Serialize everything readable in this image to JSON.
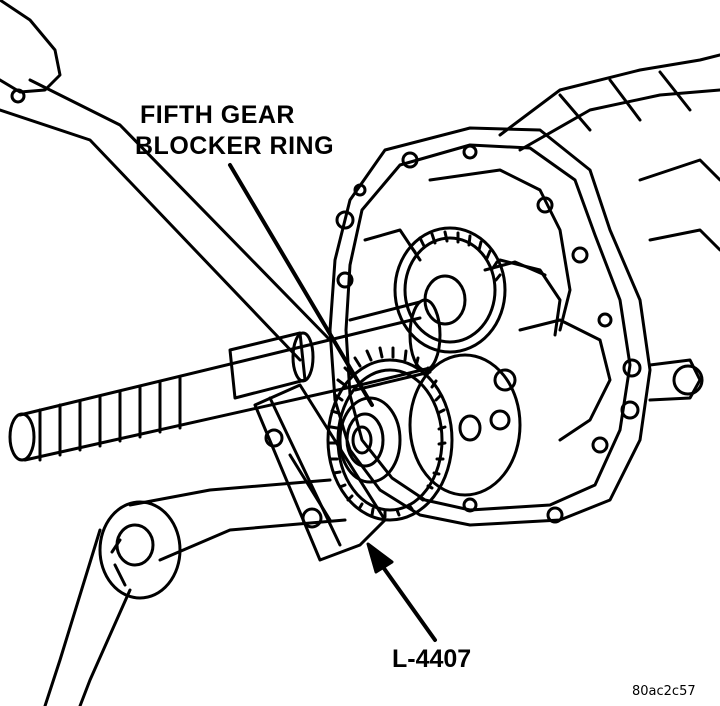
{
  "labels": {
    "callout_line1": "FIFTH GEAR",
    "callout_line2": "BLOCKER RING",
    "tool_number": "L-4407",
    "figure_code": "80ac2c57"
  },
  "icons": {
    "transmission": "transmission-case-icon",
    "arrow": "arrow-icon"
  },
  "colors": {
    "ink": "#000000",
    "paper": "#ffffff"
  }
}
